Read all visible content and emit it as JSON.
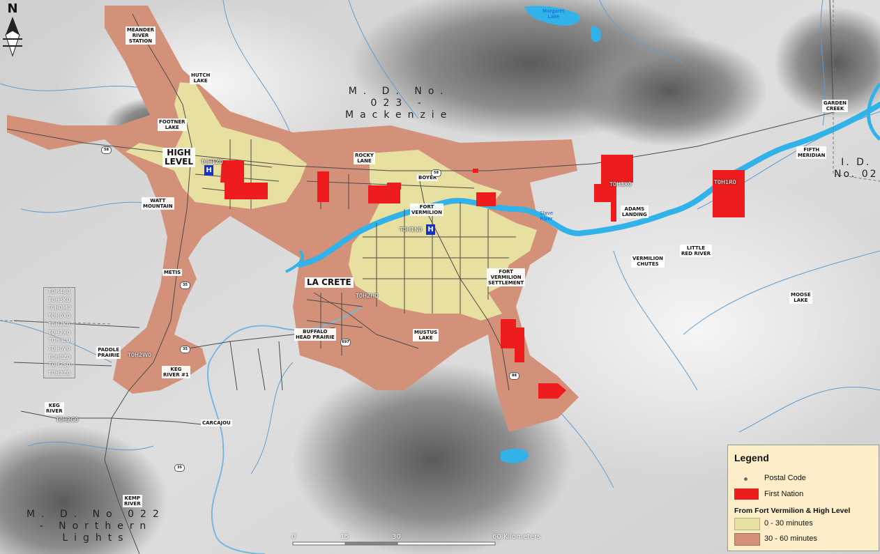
{
  "map": {
    "regions": [
      {
        "id": "md023",
        "text": "M. D. No.\n023 -\nMackenzie"
      },
      {
        "id": "md022",
        "text": "M. D. No 022\n- Northern\nLights"
      },
      {
        "id": "id02",
        "text": "I. D.\nNo. 02"
      }
    ],
    "towns": {
      "high_level": "HIGH\nLEVEL",
      "la_crete": "LA CRETE"
    },
    "places": [
      {
        "id": "meander",
        "text": "MEANDER\nRIVER\nSTATION"
      },
      {
        "id": "hutch",
        "text": "HUTCH\nLAKE"
      },
      {
        "id": "footner",
        "text": "FOOTNER\nLAKE"
      },
      {
        "id": "watt",
        "text": "WATT\nMOUNTAIN"
      },
      {
        "id": "metis",
        "text": "METIS"
      },
      {
        "id": "paddle",
        "text": "PADDLE\nPRAIRIE"
      },
      {
        "id": "keg1",
        "text": "KEG\nRIVER #1"
      },
      {
        "id": "kegriver",
        "text": "KEG\nRIVER"
      },
      {
        "id": "carcajou",
        "text": "CARCAJOU"
      },
      {
        "id": "kemp",
        "text": "KEMP\nRIVER"
      },
      {
        "id": "rocky",
        "text": "ROCKY\nLANE"
      },
      {
        "id": "boyer",
        "text": "BOYER"
      },
      {
        "id": "fortverm",
        "text": "FORT\nVERMILION"
      },
      {
        "id": "buffalo",
        "text": "BUFFALO\nHEAD PRAIRIE"
      },
      {
        "id": "mustus",
        "text": "MUSTUS\nLAKE"
      },
      {
        "id": "fvsettle",
        "text": "FORT\nVERMILION\nSETTLEMENT"
      },
      {
        "id": "adams",
        "text": "ADAMS\nLANDING"
      },
      {
        "id": "vchutes",
        "text": "VERMILION\nCHUTES"
      },
      {
        "id": "littlered",
        "text": "LITTLE\nRED RIVER"
      },
      {
        "id": "moose",
        "text": "MOOSE\nLAKE"
      },
      {
        "id": "fifth",
        "text": "FIFTH\nMERIDIAN"
      },
      {
        "id": "garden",
        "text": "GARDEN\nCREEK"
      }
    ],
    "water_labels": [
      {
        "id": "margaret",
        "text": "Margaret\nLake"
      },
      {
        "id": "slave",
        "text": "Slave\nRiver"
      }
    ],
    "postal_codes": [
      {
        "id": "t0h1z0",
        "text": "T0H1Z0"
      },
      {
        "id": "t0h1n0",
        "text": "T0H1N0"
      },
      {
        "id": "t0h3x0",
        "text": "T0H3X0"
      },
      {
        "id": "t0h1r0",
        "text": "T0H1R0"
      },
      {
        "id": "t0h2h0",
        "text": "T0H2H0"
      },
      {
        "id": "t0h2w0",
        "text": "T0H2W0"
      },
      {
        "id": "t0h2g0",
        "text": "T0H2G0"
      }
    ],
    "postal_code_list": [
      "T0H4B0",
      "T0H3K0",
      "T0H0M0",
      "T0H0X0",
      "T0H2K0",
      "T0H2X0",
      "T0H3L0",
      "T0H0V0",
      "T0H0Z0",
      "T0H2S0",
      "T0H2Z0"
    ],
    "highway_shields": [
      "58",
      "58",
      "35",
      "35",
      "697",
      "88",
      "35"
    ],
    "colors": {
      "zone_0_30": "#e7e0a0",
      "zone_30_60": "#d4917a",
      "first_nation": "#ee1c1c",
      "water": "#31b3ea",
      "river_thin": "#5f9cd0",
      "roads": "#4a4a4a",
      "hospital": "#1533c9"
    },
    "icons": [
      "hospital-icon",
      "north-arrow-icon",
      "highway-shield-icon"
    ]
  },
  "legend": {
    "title": "Legend",
    "postal_code": "Postal Code",
    "first_nation": "First Nation",
    "subheading": "From Fort Vermilion & High Level",
    "zone1": "0 - 30 minutes",
    "zone2": "30 - 60 minutes"
  },
  "scale": {
    "ticks": [
      "0",
      "15",
      "30",
      "60 Kilometers"
    ]
  }
}
